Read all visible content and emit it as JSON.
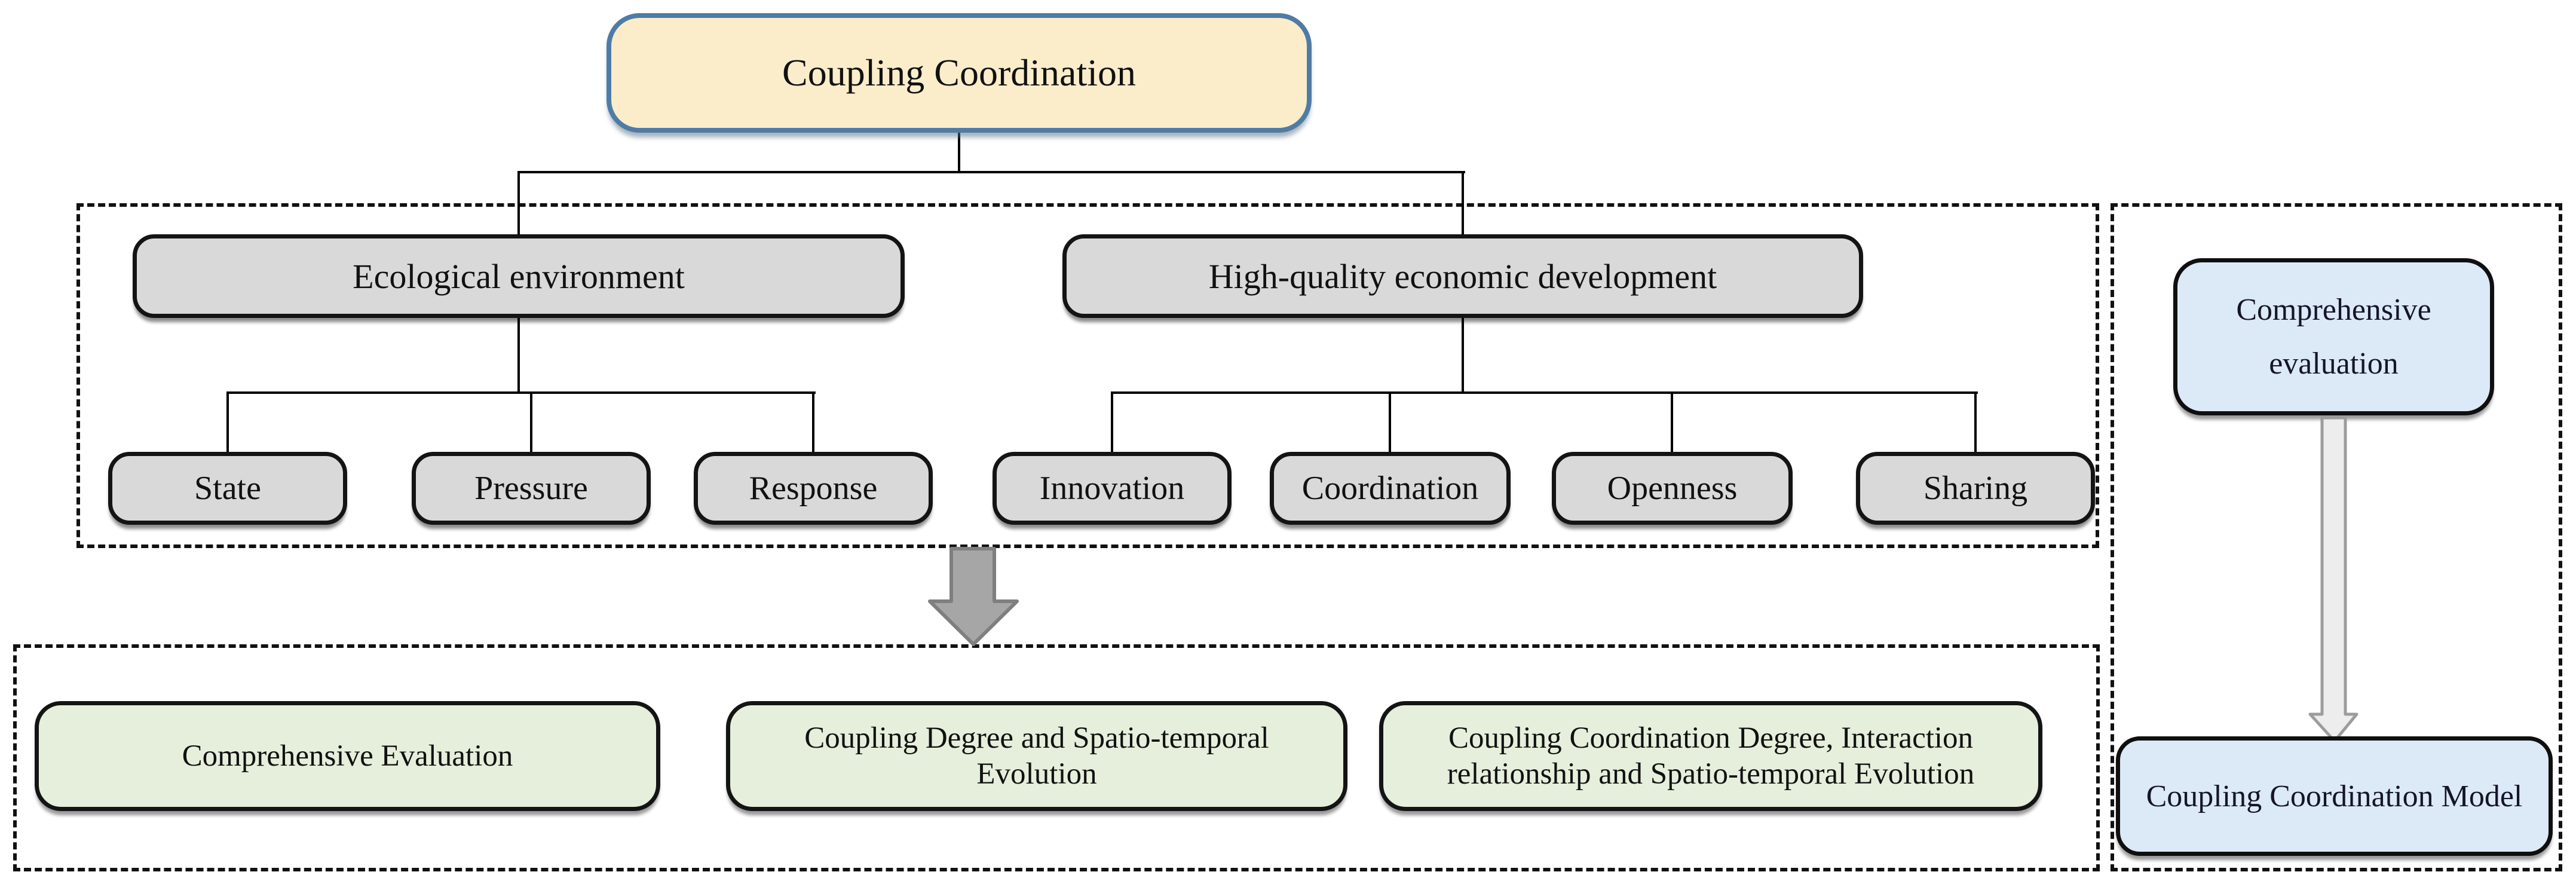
{
  "tree": {
    "root": {
      "label": "Coupling Coordination"
    },
    "branches": [
      {
        "label": "Ecological environment",
        "children": [
          {
            "label": "State"
          },
          {
            "label": "Pressure"
          },
          {
            "label": "Response"
          }
        ]
      },
      {
        "label": "High-quality economic development",
        "children": [
          {
            "label": "Innovation"
          },
          {
            "label": "Coordination"
          },
          {
            "label": "Openness"
          },
          {
            "label": "Sharing"
          }
        ]
      }
    ]
  },
  "outputs": [
    {
      "label": "Comprehensive Evaluation"
    },
    {
      "label": "Coupling Degree and Spatio-temporal Evolution"
    },
    {
      "label": "Coupling Coordination Degree, Interaction relationship and Spatio-temporal Evolution"
    }
  ],
  "side_panel": {
    "top": {
      "label": "Comprehensive evaluation"
    },
    "bottom": {
      "label": "Coupling Coordination Model"
    }
  },
  "icons": {
    "solid_down_arrow": "down-arrow",
    "outline_down_arrow": "down-arrow-outline"
  },
  "colors": {
    "root_fill": "#FBEDCA",
    "root_border": "#4E7CA6",
    "gray_fill": "#D9D9D9",
    "green_fill": "#E5EFDB",
    "blue_fill": "#DCE9F6",
    "box_border": "#141414",
    "solid_arrow_fill": "#A6A6A6",
    "solid_arrow_stroke": "#7F7F7F",
    "outline_arrow_fill": "#EDEDED",
    "outline_arrow_stroke": "#9C9C9C"
  }
}
